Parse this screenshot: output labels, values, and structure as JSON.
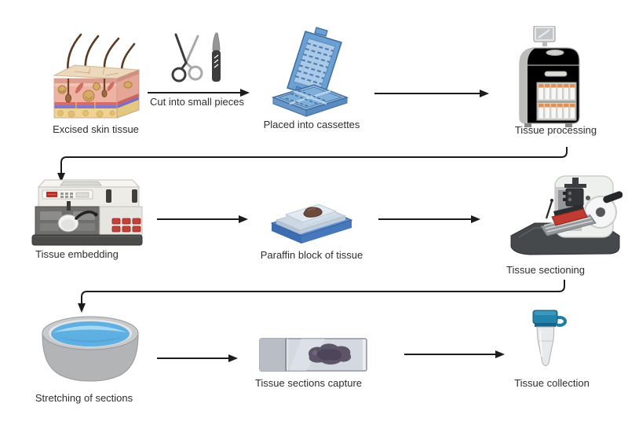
{
  "background": "#ffffff",
  "steps": [
    {
      "name": "excised-skin-tissue",
      "label": "Excised skin tissue",
      "icon": "skin-block-illustration"
    },
    {
      "name": "placed-into-cassettes",
      "label": "Placed into cassettes",
      "icon": "tissue-cassette-illustration"
    },
    {
      "name": "tissue-processing",
      "label": "Tissue processing",
      "icon": "tissue-processor-illustration"
    },
    {
      "name": "tissue-embedding",
      "label": "Tissue embedding",
      "icon": "embedding-station-illustration"
    },
    {
      "name": "paraffin-block-of-tissue",
      "label": "Paraffin block of tissue",
      "icon": "paraffin-block-illustration"
    },
    {
      "name": "tissue-sectioning",
      "label": "Tissue sectioning",
      "icon": "microtome-illustration"
    },
    {
      "name": "stretching-of-sections",
      "label": "Stretching of sections",
      "icon": "water-bath-illustration"
    },
    {
      "name": "tissue-sections-capture",
      "label": "Tissue sections capture",
      "icon": "microscope-slide-illustration"
    },
    {
      "name": "tissue-collection",
      "label": "Tissue collection",
      "icon": "microtube-illustration"
    }
  ],
  "connections": [
    {
      "from": "excised-skin-tissue",
      "to": "placed-into-cassettes",
      "label": "Cut into small pieces",
      "type": "straight",
      "icons": [
        "scissors-icon",
        "scalpel-icon"
      ]
    },
    {
      "from": "placed-into-cassettes",
      "to": "tissue-processing",
      "label": "",
      "type": "straight"
    },
    {
      "from": "tissue-processing",
      "to": "tissue-embedding",
      "label": "",
      "type": "elbow"
    },
    {
      "from": "tissue-embedding",
      "to": "paraffin-block-of-tissue",
      "label": "",
      "type": "straight"
    },
    {
      "from": "paraffin-block-of-tissue",
      "to": "tissue-sectioning",
      "label": "",
      "type": "straight"
    },
    {
      "from": "tissue-sectioning",
      "to": "stretching-of-sections",
      "label": "",
      "type": "elbow"
    },
    {
      "from": "stretching-of-sections",
      "to": "tissue-sections-capture",
      "label": "",
      "type": "straight"
    },
    {
      "from": "tissue-sections-capture",
      "to": "tissue-collection",
      "label": "",
      "type": "straight"
    }
  ],
  "colors": {
    "arrow": "#1c1c1c",
    "label_text": "#2e2e2e",
    "cassette_blue": "#6ba0d3",
    "paraffin_base_blue": "#5d8fd2",
    "water_blue": "#5fb0e2",
    "tube_cap_teal": "#2383aa",
    "machine_red_accent": "#c2413a",
    "bottle_cap_orange": "#df9055",
    "skin_dermis_pink": "#eeb2a3",
    "tissue_brown": "#6d4b3c",
    "tissue_section_purple": "#5d5468",
    "machine_body_grey": "#ececе9",
    "dark_base_grey": "#46494c"
  }
}
